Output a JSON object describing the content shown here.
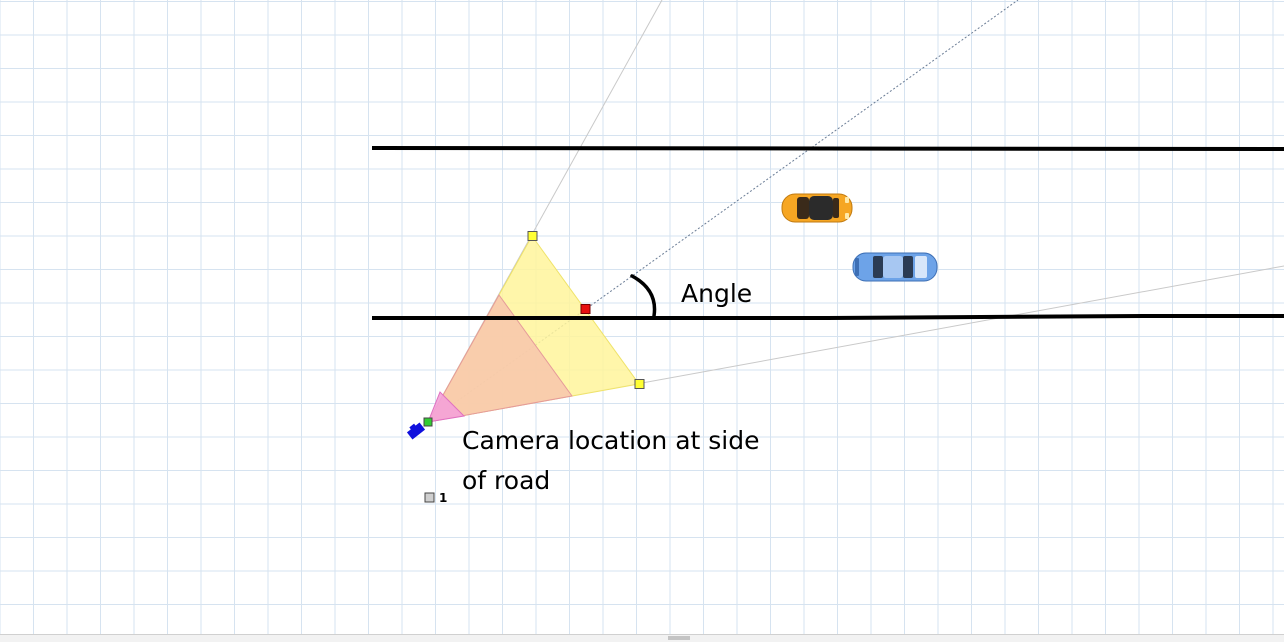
{
  "annotations": {
    "angle_label": "Angle",
    "camera_label_line1": "Camera location at side",
    "camera_label_line2": "of road",
    "marker_number": "1"
  },
  "colors": {
    "road_edge": "#000000",
    "fov_outer": "#fff59b",
    "fov_middle": "#f7c3ad",
    "fov_inner": "#f4a2d8",
    "handle_yellow": "#ffff33",
    "handle_red": "#e81010",
    "handle_green": "#33cc33",
    "camera": "#1010dd",
    "car_orange": "#f6a623",
    "car_blue": "#6da3e8",
    "grid": "#d6e3f0"
  },
  "icons": {
    "camera": "camera-icon",
    "car_orange": "orange-car-icon",
    "car_blue": "blue-car-icon"
  }
}
